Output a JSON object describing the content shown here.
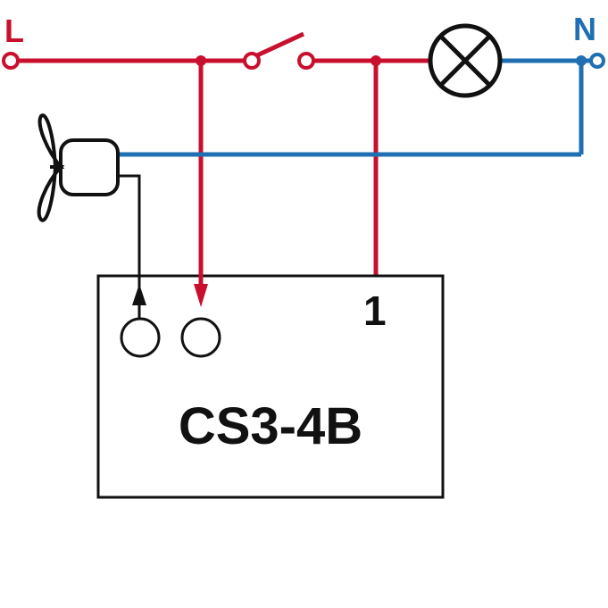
{
  "labels": {
    "line": "L",
    "neutral": "N",
    "terminal": "1",
    "model": "CS3-4B"
  },
  "colors": {
    "line_wire": "#c8102e",
    "neutral_wire": "#1f6fb2",
    "control_wire": "#111111",
    "outline": "#111111",
    "background": "#ffffff"
  },
  "icons": [
    "lamp-icon",
    "fan-icon",
    "switch-icon",
    "terminal-icon",
    "arrow-icon"
  ]
}
